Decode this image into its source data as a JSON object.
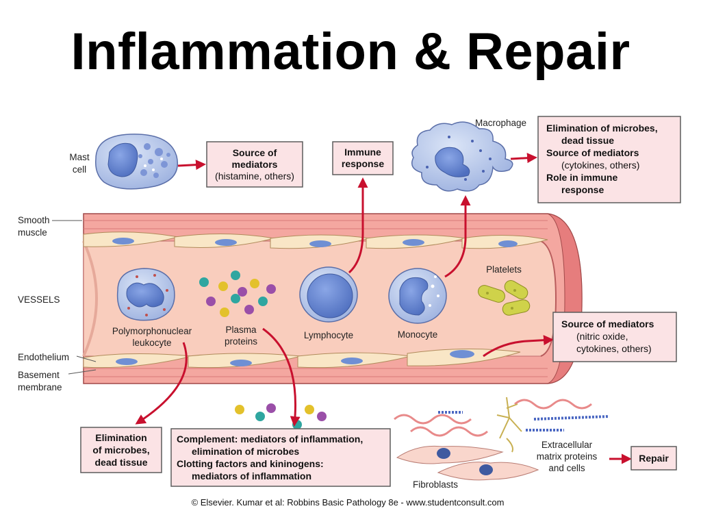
{
  "title": "Inflammation & Repair",
  "labels": {
    "mast_cell": [
      "Mast",
      "cell"
    ],
    "macrophage": "Macrophage",
    "smooth_muscle": [
      "Smooth",
      "muscle"
    ],
    "vessels": "VESSELS",
    "endothelium": "Endothelium",
    "basement_membrane": [
      "Basement",
      "membrane"
    ],
    "platelets": "Platelets",
    "pmn": [
      "Polymorphonuclear",
      "leukocyte"
    ],
    "plasma_proteins": [
      "Plasma",
      "proteins"
    ],
    "lymphocyte": "Lymphocyte",
    "monocyte": "Monocyte",
    "fibroblasts": "Fibroblasts",
    "ecm": [
      "Extracellular",
      "matrix proteins",
      "and cells"
    ]
  },
  "boxes": {
    "mast_mediators": [
      "Source of",
      "mediators",
      "(histamine, others)"
    ],
    "immune_response": [
      "Immune",
      "response"
    ],
    "macrophage_roles": [
      "Elimination of microbes,",
      "dead tissue",
      "Source of mediators",
      "(cytokines, others)",
      "Role in immune",
      "response"
    ],
    "endothelium_mediators": [
      "Source of mediators",
      "(nitric oxide,",
      "cytokines, others)"
    ],
    "pmn_elimination": [
      "Elimination",
      "of microbes,",
      "dead tissue"
    ],
    "complement": [
      "Complement: mediators of inflammation,",
      "elimination of microbes",
      "Clotting factors and kininogens:",
      "mediators of inflammation"
    ],
    "repair": "Repair"
  },
  "credit": "© Elsevier. Kumar et al: Robbins Basic Pathology 8e - www.studentconsult.com",
  "colors": {
    "box_fill": "#fbe3e5",
    "box_stroke": "#5c5c5c",
    "arrow": "#c8102e",
    "vessel_outer": "#f08f8f",
    "vessel_inner": "#f7c6b8",
    "endothelial": "#f9e3c2",
    "nucleus": "#6f8fd4",
    "cell_body": "#aabde6"
  }
}
